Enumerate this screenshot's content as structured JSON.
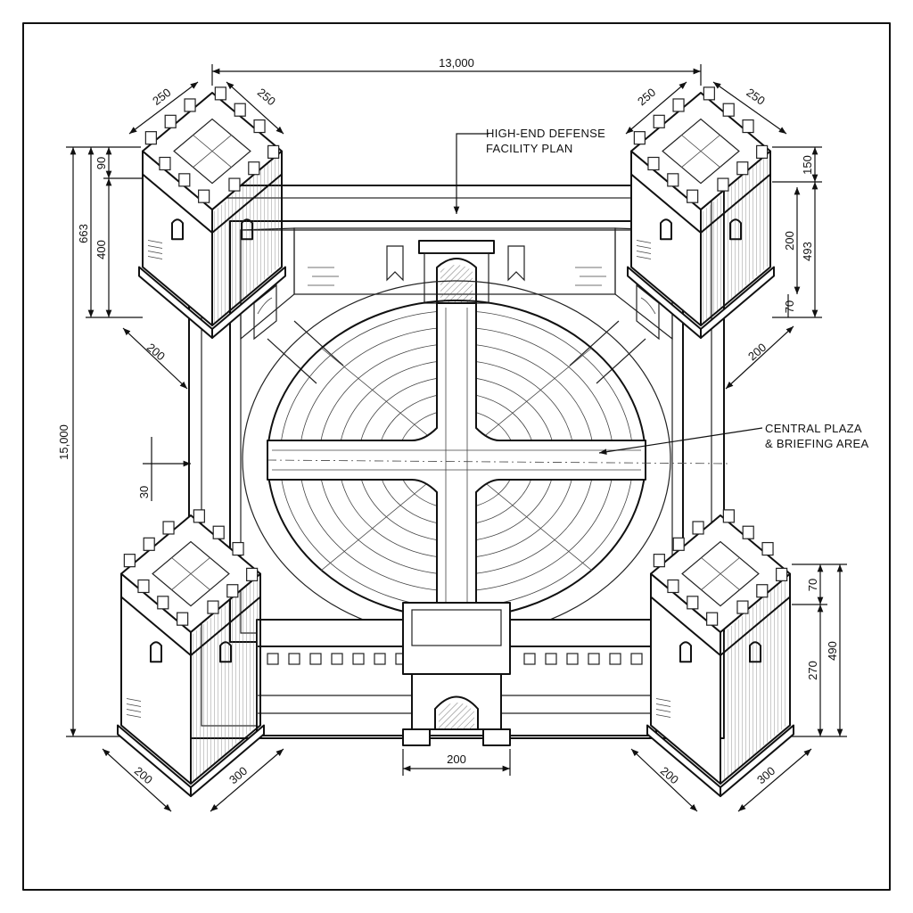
{
  "title_note": [
    "HIGH-END DEFENSE",
    "FACILITY PLAN"
  ],
  "plaza_note": [
    "CENTRAL PLAZA",
    "& BRIEFING AREA"
  ],
  "dimensions": {
    "overall_width": "13,000",
    "overall_height": "15,000",
    "tl_tower_top_a": "250",
    "tl_tower_top_b": "250",
    "tl_merlon_height": "90",
    "tl_tower_body": "400",
    "tl_total": "663",
    "tl_base": "200",
    "tr_tower_top_a": "250",
    "tr_tower_top_b": "250",
    "tr_merlon_height": "150",
    "tr_tower_body": "200",
    "tr_total": "493",
    "tr_step": "70",
    "tr_base": "200",
    "center_offset": "30",
    "br_merlon_height": "70",
    "br_tower_body": "270",
    "br_total": "490",
    "bl_base_a": "200",
    "bl_base_b": "300",
    "br_base_a": "200",
    "br_base_b": "300",
    "gate_width": "200"
  }
}
